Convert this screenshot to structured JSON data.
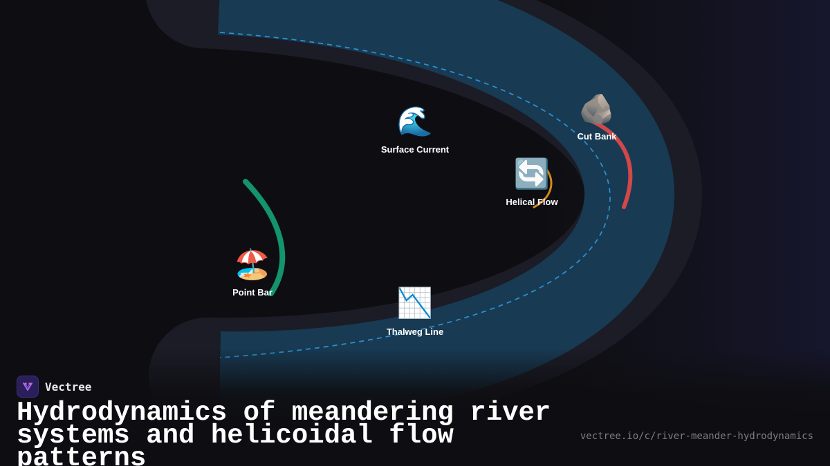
{
  "colors": {
    "background": "#0e0e12",
    "river_bank": "#1b1c26",
    "river_water": "#183a52",
    "thalweg": "#2b8fd0",
    "cut_bank": "#d0484a",
    "point_bar": "#14946a",
    "helical_flow": "#d08a1a"
  },
  "labels": {
    "surface_current": {
      "icon": "wave-icon",
      "glyph": "🌊",
      "text": "Surface Current"
    },
    "cut_bank": {
      "icon": "rock-icon",
      "glyph": "🪨",
      "text": "Cut Bank"
    },
    "helical_flow": {
      "icon": "counterclockwise-arrows-icon",
      "glyph": "🔄",
      "text": "Helical Flow"
    },
    "point_bar": {
      "icon": "beach-umbrella-icon",
      "glyph": "🏖️",
      "text": "Point Bar"
    },
    "thalweg_line": {
      "icon": "chart-decreasing-icon",
      "glyph": "📉",
      "text": "Thalweg Line"
    }
  },
  "brand": {
    "name": "Vectree",
    "logo_icon": "vectree-logo-icon"
  },
  "title": "Hydrodynamics of meandering river systems and helicoidal flow patterns",
  "url": "vectree.io/c/river-meander-hydrodynamics"
}
